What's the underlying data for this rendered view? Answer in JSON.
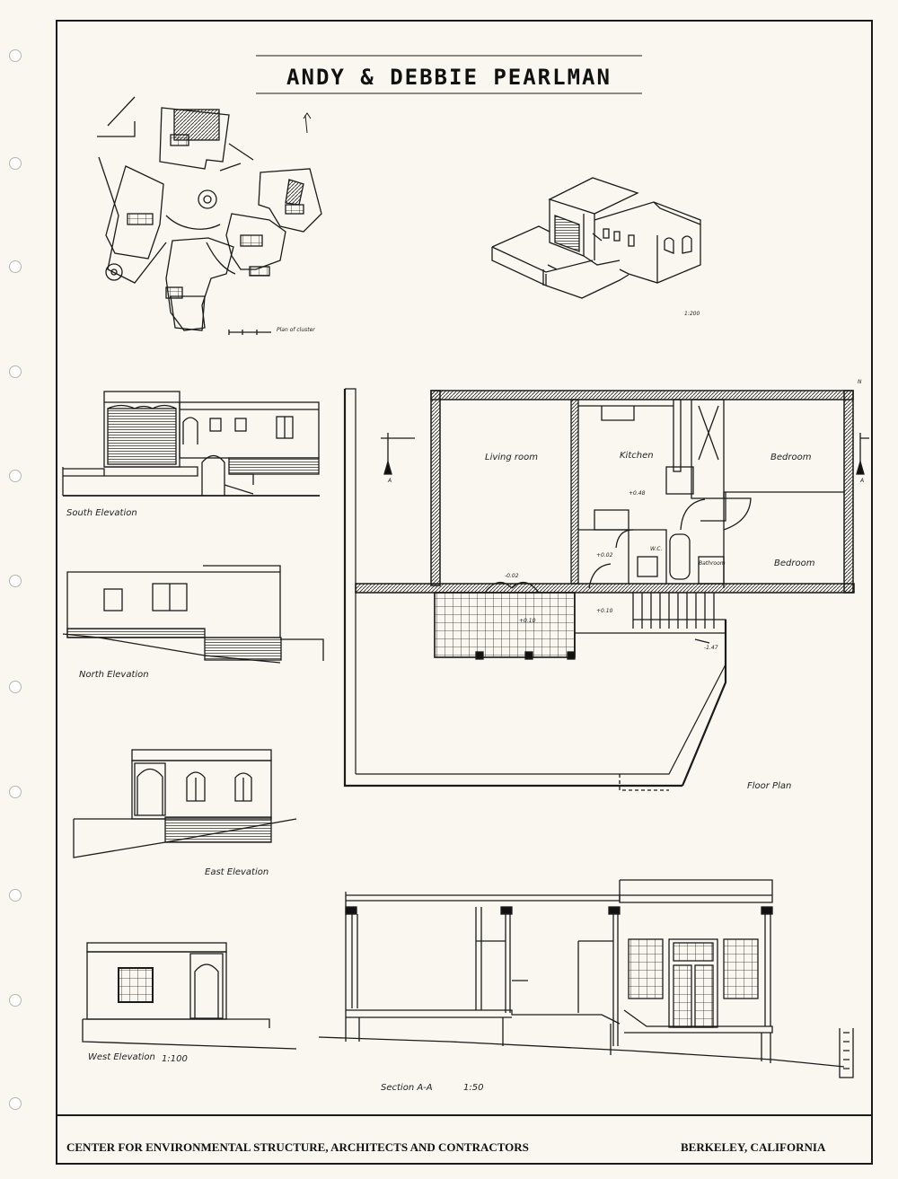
{
  "title": "ANDY & DEBBIE PEARLMAN",
  "site_plan": {
    "caption": "Plan of cluster"
  },
  "axonometric": {
    "scale": "1:200"
  },
  "elevations": {
    "south": "South Elevation",
    "north": "North Elevation",
    "east": "East Elevation",
    "west": "West Elevation",
    "west_scale": "1:100"
  },
  "floor_plan": {
    "caption": "Floor Plan",
    "rooms": {
      "living": "Living room",
      "kitchen": "Kitchen",
      "bedroom1": "Bedroom",
      "bedroom2": "Bedroom",
      "wc": "W.C.",
      "bathroom": "Bathroom"
    },
    "levels": {
      "kitchen": "+0.48",
      "living": "-0.02",
      "hall": "+0.02",
      "terrace": "+0.10",
      "landing": "+0.10",
      "stair": "-1.47"
    },
    "section_marker": "A",
    "north_mark": "N"
  },
  "section": {
    "caption": "Section A-A",
    "scale": "1:50"
  },
  "footer": {
    "left": "CENTER FOR ENVIRONMENTAL STRUCTURE, ARCHITECTS AND CONTRACTORS",
    "right": "BERKELEY, CALIFORNIA"
  }
}
